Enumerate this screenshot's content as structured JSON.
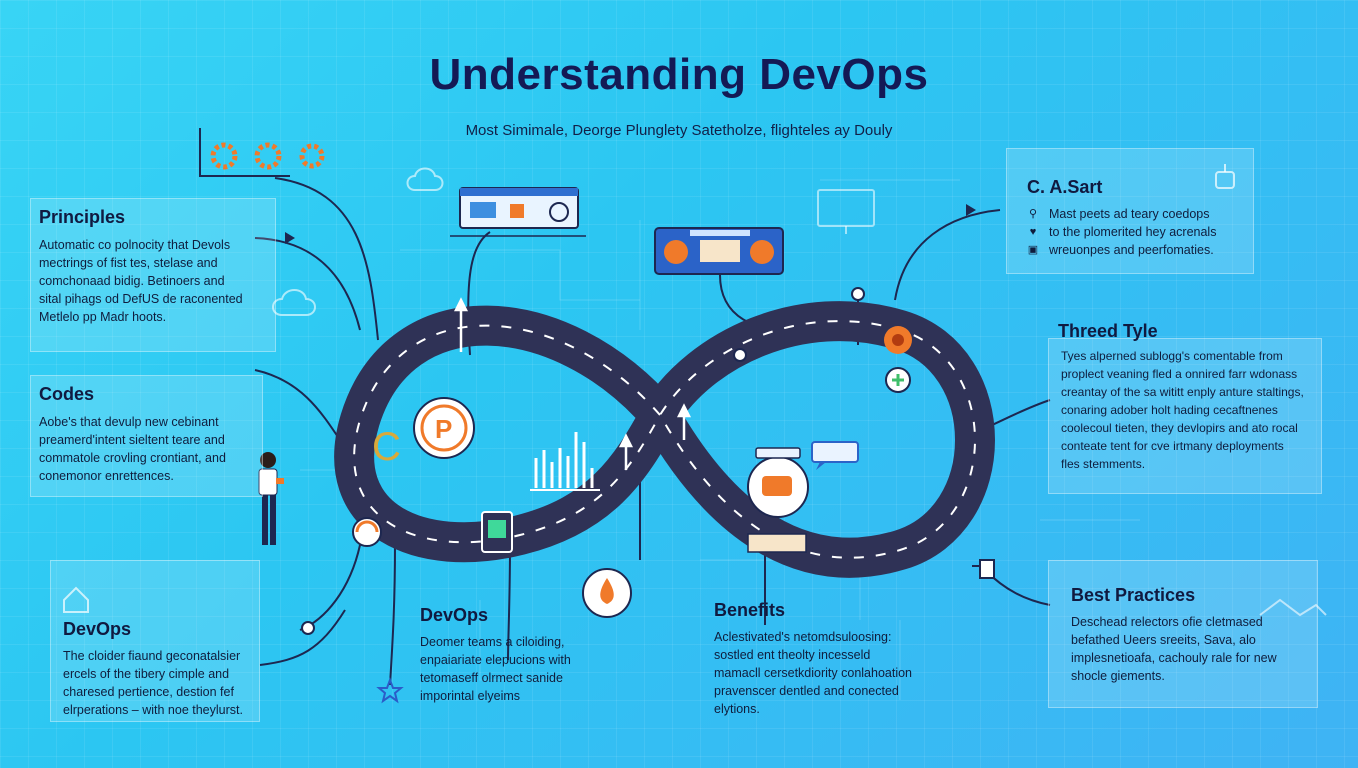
{
  "header": {
    "title": "Understanding DevOps",
    "subtitle": "Most Simimale, Deorge Plunglety Satetholze, flighteles ay Douly"
  },
  "principles": {
    "title": "Principles",
    "lines": [
      "Automatic co polnocity that Devols",
      "mectrings of fist tes, stelase and",
      "comchonaad bidig. Betinoers and",
      "sital pihags od DefUS de raconented",
      "Metlelo pp Madr hoots."
    ]
  },
  "codes": {
    "title": "Codes",
    "lines": [
      "Aobe's that devulp new cebinant",
      "preamerd'intent sieltent teare and",
      "commatole crovling crontiant, and",
      "conemonor enrettences."
    ]
  },
  "devops_card": {
    "title": "DevOps",
    "lines": [
      "The cloider fiaund geconatalsier",
      "ercels of the tibery cimple and",
      "charesed pertience, destion fef",
      "elrperations – with noe theylurst."
    ]
  },
  "devops_center": {
    "title": "DevOps",
    "lines": [
      "Deomer teams a ciloiding,",
      "enpaiariate elepucions with",
      "tetomaseff olrmect sanide",
      "imporintal elyeims"
    ]
  },
  "benefits": {
    "title": "Benefits",
    "lines": [
      "Aclestivated's netomdsuloosing:",
      "sostled ent theolty incesseld",
      "mamacll cersetkdiority conlahoation",
      "pravenscer dentled and conected",
      "elytions."
    ]
  },
  "casart": {
    "title": "C. A.Sart",
    "items": [
      {
        "icon": "pin-icon",
        "text": "Mast peets ad teary coedops"
      },
      {
        "icon": "heart-icon",
        "text": "to the plomerited hey acrenals"
      },
      {
        "icon": "checkbox-icon",
        "text": "wreuonpes and peerfomaties."
      }
    ]
  },
  "threed": {
    "title": "Threed Tyle",
    "lines": [
      "Tyes alperned sublogg's comentable from",
      "proplect veaning fled a onnired farr wdonass",
      "creantay of the sa wititt enply anture staltings,",
      "conaring adober holt hading cecaftnenes",
      "coolecoul tieten, they devlopirs and ato rocal",
      "conteate tent for cve irtmany deployments",
      "fles stemments."
    ]
  },
  "best": {
    "title": "Best Practices",
    "lines": [
      "Deschead relectors ofie cletmased",
      "befathed Ueers sreeits, Sava, alo",
      "implesnetioafa, cachouly rale for new",
      "shocle giements."
    ]
  },
  "icons": [
    "gears-icon",
    "cloud-server-icon",
    "radio-device-icon",
    "cloud-icon",
    "person-figure",
    "letter-p-icon",
    "bar-chart-icon",
    "robot-icon",
    "drop-icon",
    "monitor-icon",
    "chat-bubble-icon",
    "star-icon",
    "flower-icon"
  ],
  "colors": {
    "background": "#2cc6f2",
    "road": "#2f3256",
    "accent_orange": "#f07a2a",
    "title": "#141a55"
  },
  "diagram": {
    "p_label": "P",
    "c_label": "C"
  }
}
